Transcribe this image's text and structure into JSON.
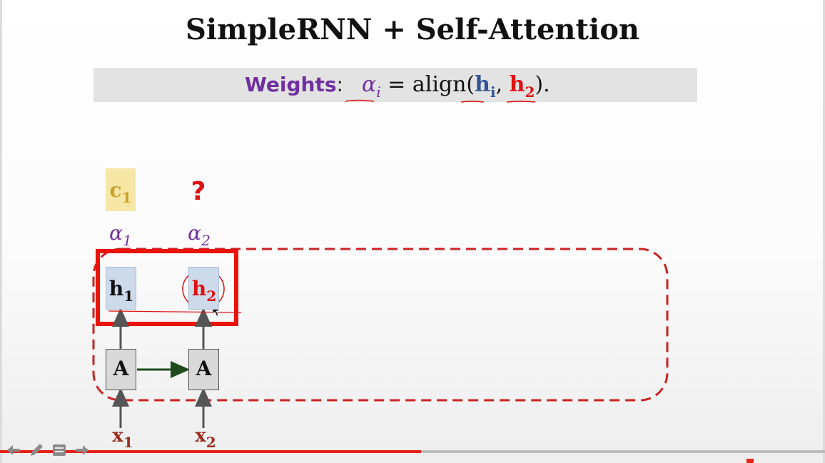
{
  "slide": {
    "title": "SimpleRNN + Self-Attention"
  },
  "formula": {
    "weights_label": "Weights",
    "colon": ":",
    "alpha": "α",
    "alpha_sub": "i",
    "equals_align": " = align(",
    "h_i": "h",
    "h_i_sub": "i",
    "comma": ",  ",
    "h_2": "h",
    "h_2_sub": "2",
    "close": ")."
  },
  "diagram": {
    "c1": {
      "letter": "c",
      "sub": "1"
    },
    "question": "?",
    "alphas": [
      {
        "letter": "α",
        "sub": "1"
      },
      {
        "letter": "α",
        "sub": "2"
      }
    ],
    "hidden": [
      {
        "letter": "h",
        "sub": "1"
      },
      {
        "letter": "h",
        "sub": "2"
      }
    ],
    "cells": [
      "A",
      "A"
    ],
    "inputs": [
      {
        "letter": "x",
        "sub": "1"
      },
      {
        "letter": "x",
        "sub": "2"
      }
    ]
  },
  "colors": {
    "purple": "#7030a0",
    "red": "#e01010",
    "blue": "#2f5597",
    "gold": "#c8a02a",
    "input_brown": "#9b2c1c",
    "dashed_border": "#cc2222",
    "highlight_box": "#e8140c",
    "arrow_green": "#1e4a1e"
  },
  "player": {
    "progress": 0.51,
    "controls": [
      "arrow-left-icon",
      "pen-icon",
      "menu-icon",
      "arrow-right-icon"
    ]
  }
}
